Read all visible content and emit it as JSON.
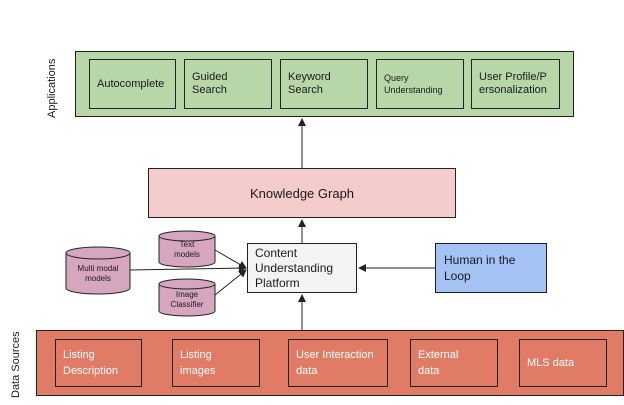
{
  "labels": {
    "applications": "Applications",
    "data_sources": "Data Sources"
  },
  "applications": {
    "autocomplete": "Autocomplete",
    "guided_search": "Guided Search",
    "keyword_search": "Keyword Search",
    "query_understanding": "Query Understanding",
    "user_profile": "User Profile/Personalization"
  },
  "knowledge_graph": "Knowledge Graph",
  "content_understanding": "Content Understanding Platform",
  "human_in_loop": "Human in the Loop",
  "models": {
    "text_models": "Text models",
    "multi_modal": "Multi modal models",
    "image_classifier": "Image Classifier"
  },
  "data_sources": {
    "listing_description": "Listing Description",
    "listing_images": "Listing images",
    "user_interaction": "User Interaction data",
    "external_data": "External data",
    "mls_data": "MLS data"
  },
  "colors": {
    "applications_fill": "#b7d7a8",
    "knowledge_graph_fill": "#f4cccc",
    "human_fill": "#a4c2f4",
    "data_sources_fill": "#e07b66",
    "model_fill": "#d5a6bd"
  }
}
